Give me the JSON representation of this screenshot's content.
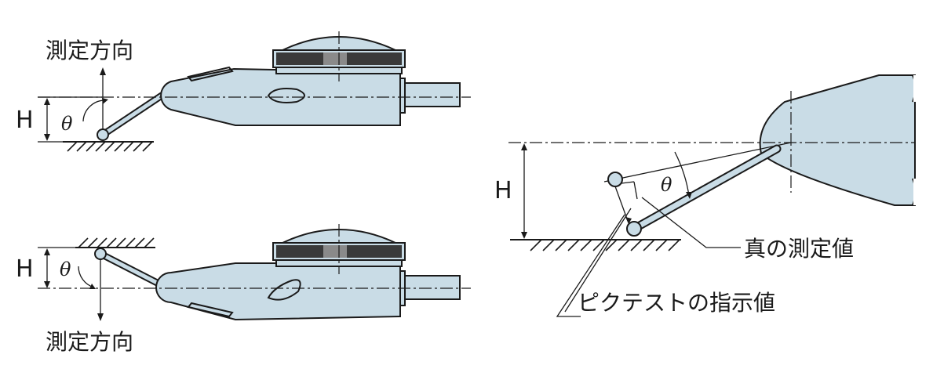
{
  "labels": {
    "measurement_direction_top": "測定方向",
    "measurement_direction_bottom": "測定方向",
    "height_top": "H",
    "height_bottom": "H",
    "height_right": "H",
    "angle_top": "θ",
    "angle_bottom": "θ",
    "angle_right": "θ",
    "true_value": "真の測定値",
    "indicator_value": "ピクテストの指示値"
  },
  "colors": {
    "instrument_fill": "#c9dce6",
    "dial_band": "#3a3a3a",
    "line": "#1a1a1a"
  }
}
